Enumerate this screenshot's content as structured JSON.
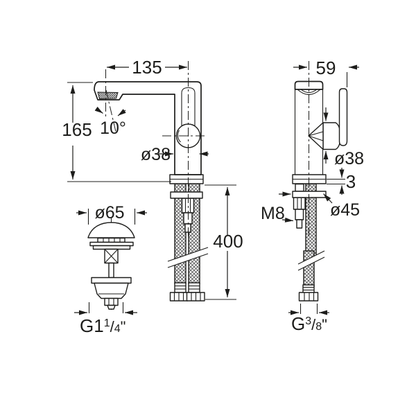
{
  "drawing": {
    "type": "faucet-installation-technical-drawing",
    "background": "#ffffff",
    "line_color": "#1d1d1b",
    "views": [
      "front-view-mixer",
      "side-view-mixer",
      "pop-up-waste-plug"
    ]
  },
  "labels": {
    "spout_reach": "135",
    "overall_height": "165",
    "spout_angle": "10°",
    "body_diameter_front": "ø38",
    "side_offset": "59",
    "cartridge_diameter_side": "ø38",
    "gasket_thickness": "3",
    "base_washer_diameter": "ø45",
    "stud_thread": "M8",
    "hose_length": "400",
    "waste_cap_diameter": "ø65",
    "waste_g": "G1",
    "waste_sup": "1",
    "waste_slash": "/",
    "waste_sub": "4",
    "waste_inch": "\"",
    "supply_g": "G",
    "supply_sup": "3",
    "supply_slash": "/",
    "supply_sub": "8",
    "supply_inch": "\""
  }
}
